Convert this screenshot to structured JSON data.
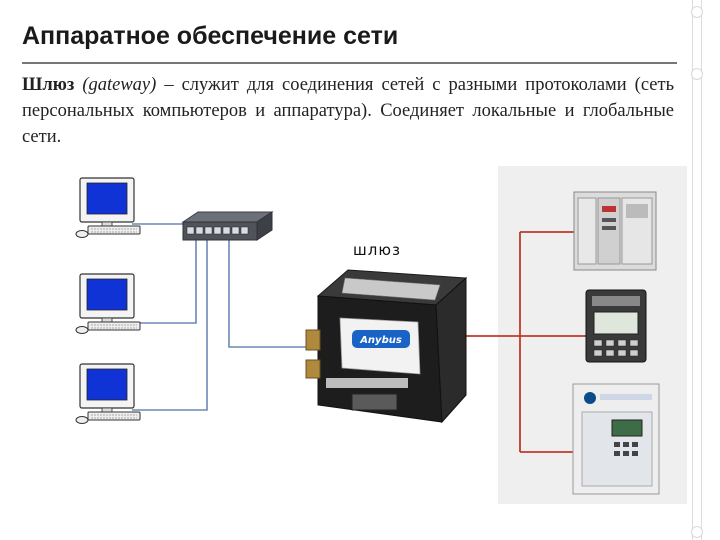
{
  "slide": {
    "title": "Аппаратное обеспечение сети",
    "paragraph": {
      "term": "Шлюз",
      "term_en": "(gateway)",
      "line1_rest": " – служит для соединения сетей с разными",
      "line2": "протоколами (сеть персональных компьютеров и аппаратура).",
      "line3": "Соединяет локальные и глобальные сети."
    }
  },
  "diagram": {
    "gateway_label": "шлюз",
    "gateway_brand": "Anybus",
    "colors": {
      "lan_line": "#6d86b8",
      "field_line": "#c0392b",
      "screen_blue": "#1033d6"
    },
    "icons": [
      "computer-icon",
      "network-switch-icon",
      "gateway-device-icon",
      "plc-controller-icon",
      "operator-panel-icon",
      "drive-cabinet-icon"
    ]
  }
}
